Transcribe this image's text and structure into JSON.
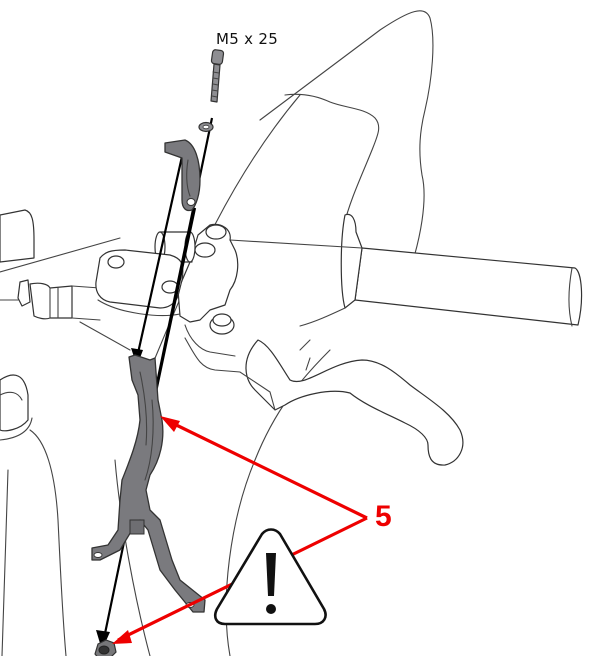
{
  "diagram": {
    "type": "exploded-assembly-view",
    "subject": "motorcycle handlebar brake lever assembly with bracket",
    "labels": {
      "bolt_spec": "M5 x 25",
      "part_number": "5"
    },
    "callouts": [
      {
        "target": "bracket",
        "label": "5",
        "color": "#ee0000"
      },
      {
        "target": "lock-nut",
        "label": "5",
        "color": "#ee0000"
      }
    ],
    "components": [
      "bolt",
      "washer",
      "upper-clamp",
      "master-cylinder",
      "brake-lever",
      "handlebar-grip",
      "bracket",
      "lock-nut",
      "warning-sign",
      "fender"
    ],
    "colors": {
      "line_art": "#333333",
      "part_fill": "#7a7a7e",
      "callout": "#ee0000",
      "assembly_axis": "#000000",
      "background": "#ffffff"
    },
    "warning": {
      "symbol": "!",
      "shape": "triangle"
    }
  }
}
